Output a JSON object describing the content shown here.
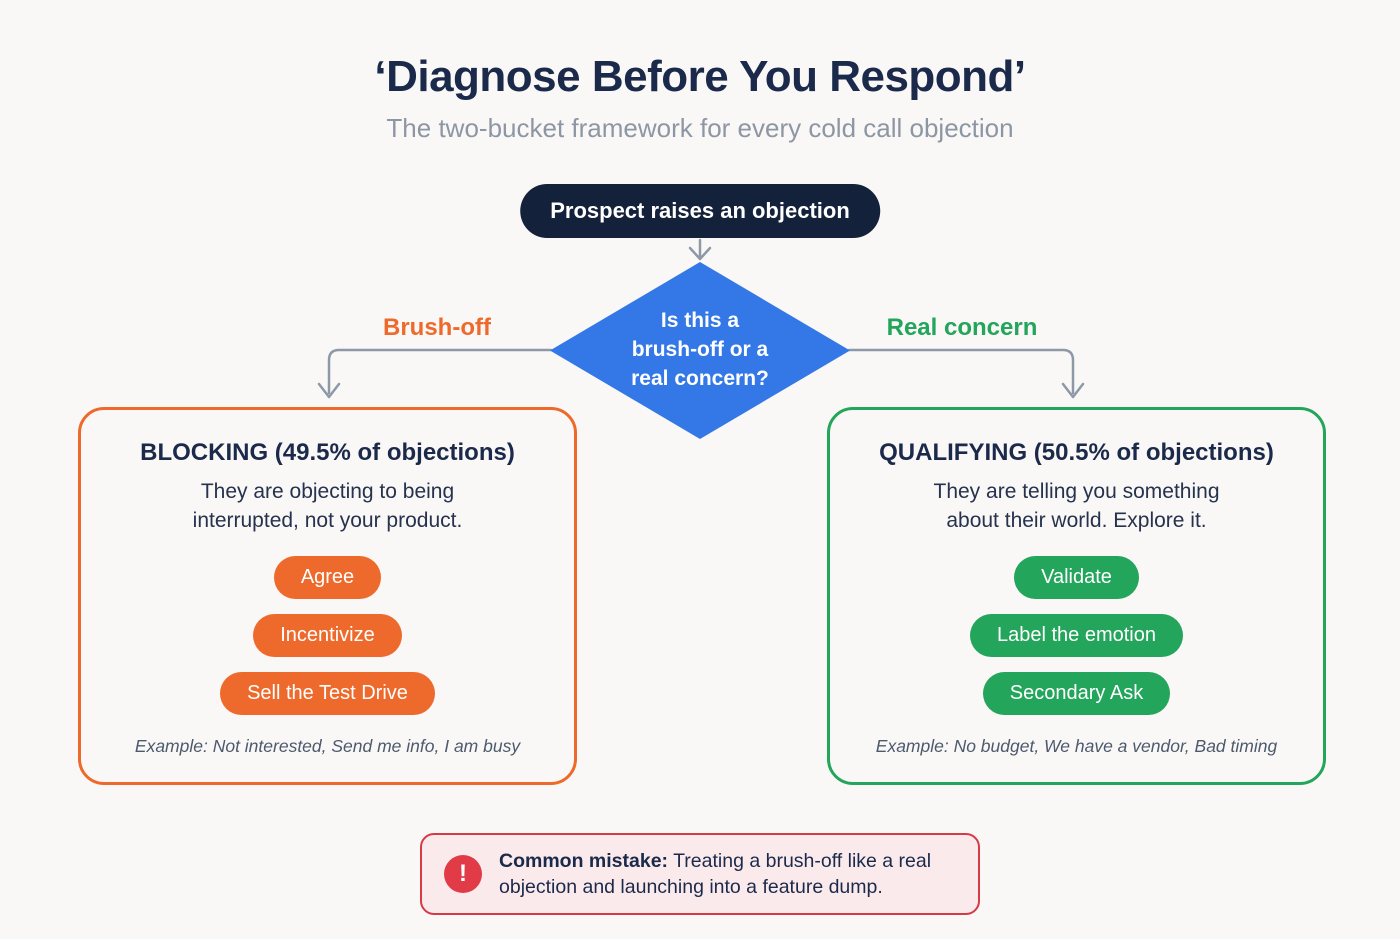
{
  "header": {
    "title": "‘Diagnose Before You Respond’",
    "subtitle": "The two-bucket framework for every cold call objection"
  },
  "flow": {
    "start_label": "Prospect raises an objection",
    "decision_lines": [
      "Is this a",
      "brush-off or a",
      "real concern?"
    ],
    "left_branch_label": "Brush-off",
    "right_branch_label": "Real concern"
  },
  "left_box": {
    "title": "BLOCKING (49.5% of objections)",
    "description": "They are objecting to being interrupted, not your product.",
    "pills": [
      "Agree",
      "Incentivize",
      "Sell the Test Drive"
    ],
    "example": "Example: Not interested, Send me info, I am busy"
  },
  "right_box": {
    "title": "QUALIFYING (50.5% of objections)",
    "description": "They are telling you something about their world. Explore it.",
    "pills": [
      "Validate",
      "Label the emotion",
      "Secondary Ask"
    ],
    "example": "Example: No budget, We have a vendor, Bad timing"
  },
  "callout": {
    "icon_glyph": "!",
    "bold_label": "Common mistake:",
    "text_rest": " Treating a brush-off like a real objection and launching into a feature dump."
  },
  "colors": {
    "background": "#faf8f6",
    "navy": "#1b2a4a",
    "subtitle_gray": "#8d96a4",
    "start_pill_bg": "#14213a",
    "diamond_blue": "#3478e7",
    "orange": "#ee6a2c",
    "green": "#23a55b",
    "connector_gray": "#8e99a8",
    "example_gray": "#4d5a6e",
    "callout_bg": "#fbeaec",
    "callout_border": "#d73a47",
    "callout_icon_bg": "#e03b47"
  }
}
